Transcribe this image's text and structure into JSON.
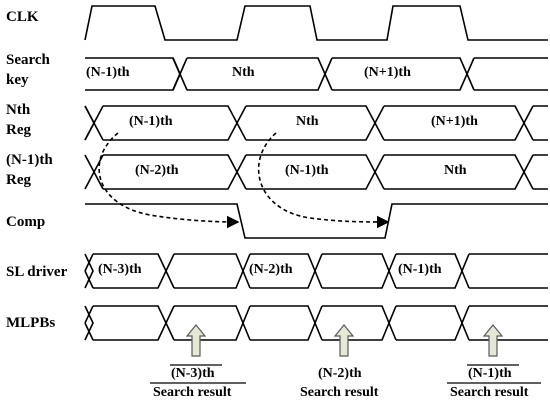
{
  "rows": {
    "clk": "CLK",
    "search_key": "Search\nkey",
    "nth_reg": "Nth\nReg",
    "n1_reg": "(N-1)th\nReg",
    "comp": "Comp",
    "sl_driver": "SL driver",
    "mlpbs": "MLPBs"
  },
  "search_key_segments": [
    "(N-1)th",
    "Nth",
    "(N+1)th"
  ],
  "nth_reg_segments": [
    "(N-1)th",
    "Nth",
    "(N+1)th"
  ],
  "n1_reg_segments": [
    "(N-2)th",
    "(N-1)th",
    "Nth"
  ],
  "sl_driver_segments": [
    "(N-3)th",
    "(N-2)th",
    "(N-1)th"
  ],
  "results": [
    {
      "index": "(N-3)th",
      "caption": "Search result"
    },
    {
      "index": "(N-2)th",
      "caption": "Search result"
    },
    {
      "index": "(N-1)th",
      "caption": "Search result"
    }
  ],
  "colors": {
    "line": "#000000",
    "arrow_fill": "#e4e8d4",
    "arrow_stroke": "#5a5a5a"
  }
}
